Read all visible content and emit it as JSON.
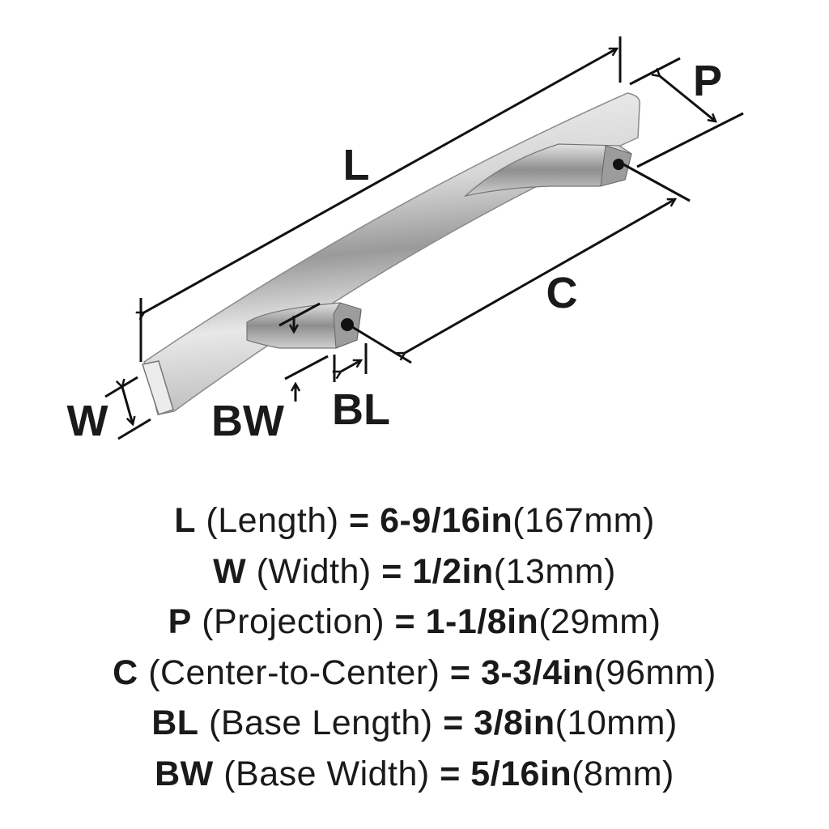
{
  "diagram": {
    "labels": {
      "L": "L",
      "P": "P",
      "C": "C",
      "W": "W",
      "BW": "BW",
      "BL": "BL"
    }
  },
  "specs": [
    {
      "code": "L",
      "name": "(Length)",
      "eq": "=",
      "imperial": "6-9/16in",
      "metric": "(167mm)"
    },
    {
      "code": "W",
      "name": "(Width)",
      "eq": "=",
      "imperial": "1/2in",
      "metric": "(13mm)"
    },
    {
      "code": "P",
      "name": "(Projection)",
      "eq": "=",
      "imperial": "1-1/8in",
      "metric": "(29mm)"
    },
    {
      "code": "C",
      "name": "(Center-to-Center)",
      "eq": "=",
      "imperial": "3-3/4in",
      "metric": "(96mm)"
    },
    {
      "code": "BL",
      "name": "(Base Length)",
      "eq": "=",
      "imperial": "3/8in",
      "metric": "(10mm)"
    },
    {
      "code": "BW",
      "name": "(Base Width)",
      "eq": "=",
      "imperial": "5/16in",
      "metric": "(8mm)"
    }
  ]
}
